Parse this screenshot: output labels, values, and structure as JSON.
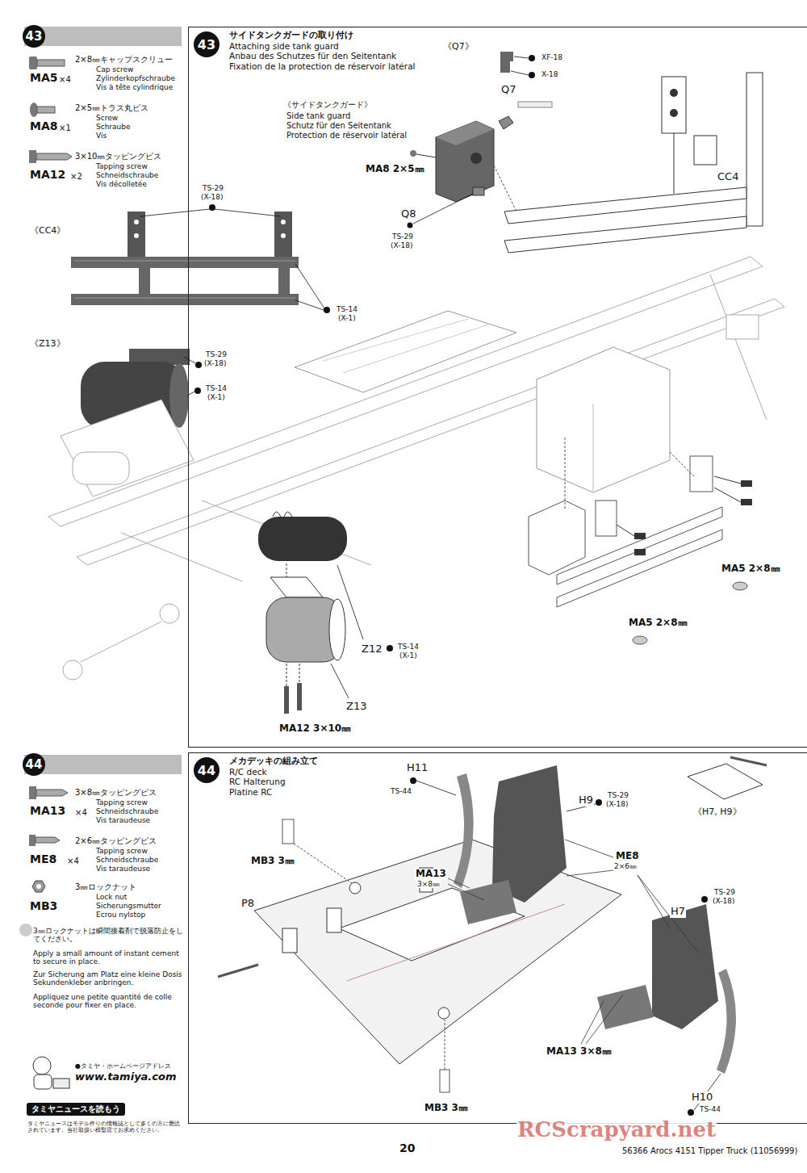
{
  "diagram": {
    "nodes": [
      {
        "text": [
          "43"
        ]
      },
      {
        "text": [
          "サイドタンクガードの取り付け",
          "Attaching side tank guard",
          "Anbau des Schutzes für den Seitentank",
          "Fixation de la protection de réservoir latéral"
        ]
      },
      {
        "text": [
          "43"
        ],
        "in": 1
      },
      {
        "text": [
          "44"
        ]
      },
      {
        "text": [
          "メカデッキの組み立て",
          "R/C deck",
          "RC Halterung",
          "Platine RC"
        ]
      },
      {
        "text": [
          "44"
        ],
        "in": 4
      },
      {
        "text": [
          "タミヤニュースを読もう"
        ]
      }
    ],
    "labels": [
      "2×8㎜キャップスクリュー",
      "Cap screw",
      "Zylinderkopfschraube",
      "Vis à tête cylindrique",
      "MA5",
      "×4",
      "2×5㎜トラス丸ビス",
      "Screw",
      "Schraube",
      "Vis",
      "MA8",
      "×1",
      "3×10㎜タッピングビス",
      "Tapping screw",
      "Schneidschraube",
      "Vis décolletée",
      "MA12",
      "×2",
      "TS-29",
      "(X-18)",
      "《CC4》",
      "TS-14",
      "(X-1)",
      "《Z13》",
      "TS-29",
      "(X-18)",
      "TS-14",
      "(X-1)",
      "《Q7》",
      "XF-18",
      "X-18",
      "Q7",
      "《サイドタンクガード》",
      "Side tank guard",
      "Schutz für den Seitentank",
      "Protection de réservoir latéral",
      "MA8 2×5㎜",
      "CC4",
      "Q8",
      "TS-29",
      "(X-18)",
      "MA5 2×8㎜",
      "MA5 2×8㎜",
      "Z12",
      "TS-14",
      "(X-1)",
      "Z13",
      "MA12 3×10㎜",
      "3×8㎜タッピングビス",
      "Tapping screw",
      "Schneidschraube",
      "Vis taraudeuse",
      "MA13",
      "×4",
      "2×6㎜タッピングビス",
      "Tapping screw",
      "Schneidschraube",
      "Vis taraudeuse",
      "ME8",
      "×4",
      "3㎜ロックナット",
      "Lock nut",
      "Sicherungsmutter",
      "Ecrou nylstop",
      "MB3",
      "3㎜ロックナットは瞬間接着剤で脱落防止をしてください。",
      "Apply a small amount of instant cement to secure in place.",
      "Zur Sicherung am Platz eine kleine Dosis Sekundenkleber anbringen.",
      "Appliquez une petite quantité de colle seconde pour fixer en place.",
      "●タミヤ・ホームページアドレス",
      "www.tamiya.com",
      "タミヤニュースはモデル作りの情報誌として多くの方に愛読されています。当社取扱い模型店でお求めください。",
      "H11",
      "TS-44",
      "H9",
      "TS-29",
      "(X-18)",
      "《H7, H9》",
      "ME8",
      "2×6㎜",
      "MA13",
      "3×8㎜",
      "MB3 3㎜",
      "P8",
      "H7",
      "TS-29",
      "(X-18)",
      "MA13 3×8㎜",
      "H10",
      "TS-44",
      "MB3 3㎜",
      "20",
      "56366 Arocs 4151 Tipper Truck (11056999)",
      "RCScrapyard.net"
    ]
  }
}
